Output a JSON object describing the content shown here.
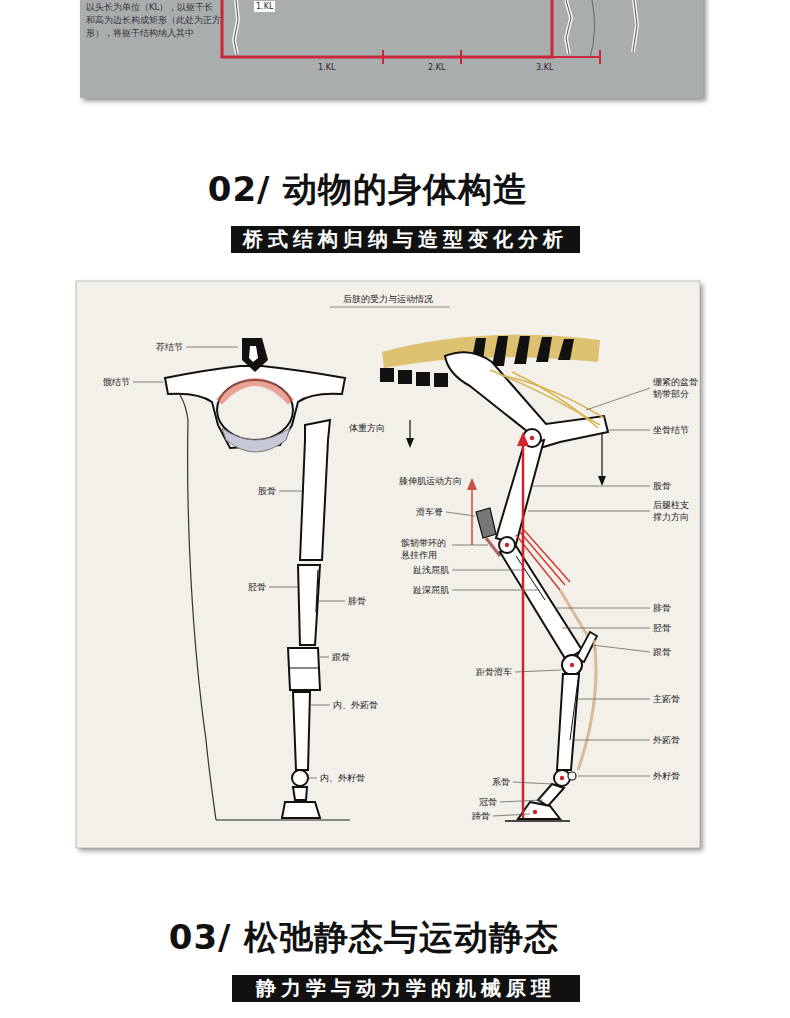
{
  "diagram": {
    "nodes": [
      {
        "text": [
          "以头长为单位（KL），以躯干长和高为边长构成矩形（此处为正方形），将躯干结构纳入其中"
        ]
      },
      {
        "text": [
          "02/ 动物的身体构造",
          "桥式结构归纳与造型变化分析"
        ]
      },
      {
        "text": [
          "后肢的受力与运动情况"
        ]
      },
      {
        "text": [
          "03/ 松弛静态与运动静态",
          "静力学与动力学的机械原理"
        ]
      }
    ],
    "labels": [
      "1.KL",
      "1.KL",
      "2.KL",
      "3.KL",
      "荐结节",
      "髋结节",
      "股骨",
      "胫骨",
      "腓骨",
      "跟骨",
      "内、外跖骨",
      "内、外籽骨",
      "体重方向",
      "膝伸肌运动方向",
      "滑车脊",
      "髌韧带环的悬挂作用",
      "趾浅屈肌",
      "趾深屈肌",
      "距骨滑车",
      "系骨",
      "冠骨",
      "蹄骨",
      "绷紧的盆骨韧带部分",
      "坐骨结节",
      "股骨",
      "后腿柱支撑力方向",
      "腓骨",
      "胫骨",
      "跟骨",
      "主跖骨",
      "外跖骨",
      "外籽骨"
    ]
  }
}
